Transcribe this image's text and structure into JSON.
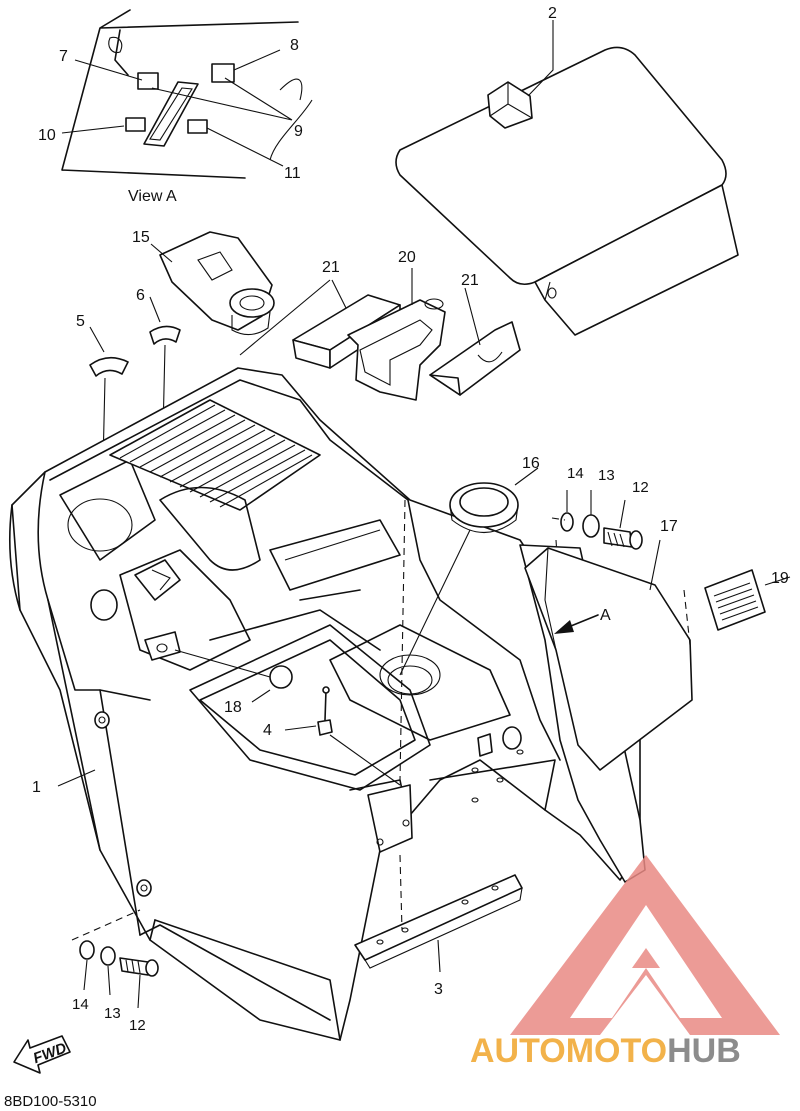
{
  "diagram": {
    "part_code": "8BD100-5310",
    "view_label": "View A",
    "view_arrow_label": "A",
    "fwd_label": "FWD",
    "callouts": {
      "c1": "1",
      "c2": "2",
      "c3": "3",
      "c4": "4",
      "c5": "5",
      "c6": "6",
      "c7": "7",
      "c8": "8",
      "c9": "9",
      "c10": "10",
      "c11": "11",
      "c12a": "12",
      "c12b": "12",
      "c13a": "13",
      "c13b": "13",
      "c14a": "14",
      "c14b": "14",
      "c15": "15",
      "c16": "16",
      "c17": "17",
      "c18": "18",
      "c19": "19",
      "c20": "20",
      "c21a": "21",
      "c21b": "21"
    }
  },
  "watermark": {
    "part1": "AUTO",
    "part2": "MOTO",
    "part3": "HUB",
    "color_red": "#e98a84",
    "color_orange": "#f2b24a",
    "color_gray": "#8c8c8c"
  }
}
